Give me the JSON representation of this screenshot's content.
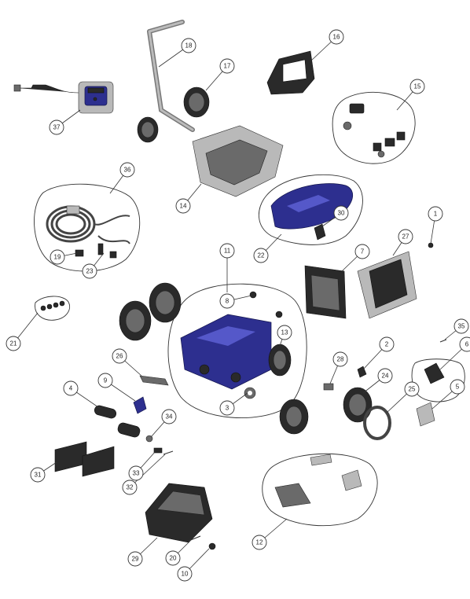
{
  "callouts": [
    {
      "id": "c1",
      "label": "1"
    },
    {
      "id": "c2",
      "label": "2"
    },
    {
      "id": "c3",
      "label": "3"
    },
    {
      "id": "c4",
      "label": "4"
    },
    {
      "id": "c5",
      "label": "5"
    },
    {
      "id": "c6",
      "label": "6"
    },
    {
      "id": "c7",
      "label": "7"
    },
    {
      "id": "c8",
      "label": "8"
    },
    {
      "id": "c9",
      "label": "9"
    },
    {
      "id": "c10",
      "label": "10"
    },
    {
      "id": "c11",
      "label": "11"
    },
    {
      "id": "c12",
      "label": "12"
    },
    {
      "id": "c13",
      "label": "13"
    },
    {
      "id": "c14",
      "label": "14"
    },
    {
      "id": "c15",
      "label": "15"
    },
    {
      "id": "c16",
      "label": "16"
    },
    {
      "id": "c17",
      "label": "17"
    },
    {
      "id": "c18",
      "label": "18"
    },
    {
      "id": "c19",
      "label": "19"
    },
    {
      "id": "c20",
      "label": "20"
    },
    {
      "id": "c21",
      "label": "21"
    },
    {
      "id": "c22",
      "label": "22"
    },
    {
      "id": "c23",
      "label": "23"
    },
    {
      "id": "c24",
      "label": "24"
    },
    {
      "id": "c25",
      "label": "25"
    },
    {
      "id": "c26",
      "label": "26"
    },
    {
      "id": "c27",
      "label": "27"
    },
    {
      "id": "c28",
      "label": "28"
    },
    {
      "id": "c29",
      "label": "29"
    },
    {
      "id": "c30",
      "label": "30"
    },
    {
      "id": "c31",
      "label": "31"
    },
    {
      "id": "c32",
      "label": "32"
    },
    {
      "id": "c33",
      "label": "33"
    },
    {
      "id": "c34",
      "label": "34"
    },
    {
      "id": "c35",
      "label": "35"
    },
    {
      "id": "c36",
      "label": "36"
    },
    {
      "id": "c37",
      "label": "37"
    }
  ]
}
